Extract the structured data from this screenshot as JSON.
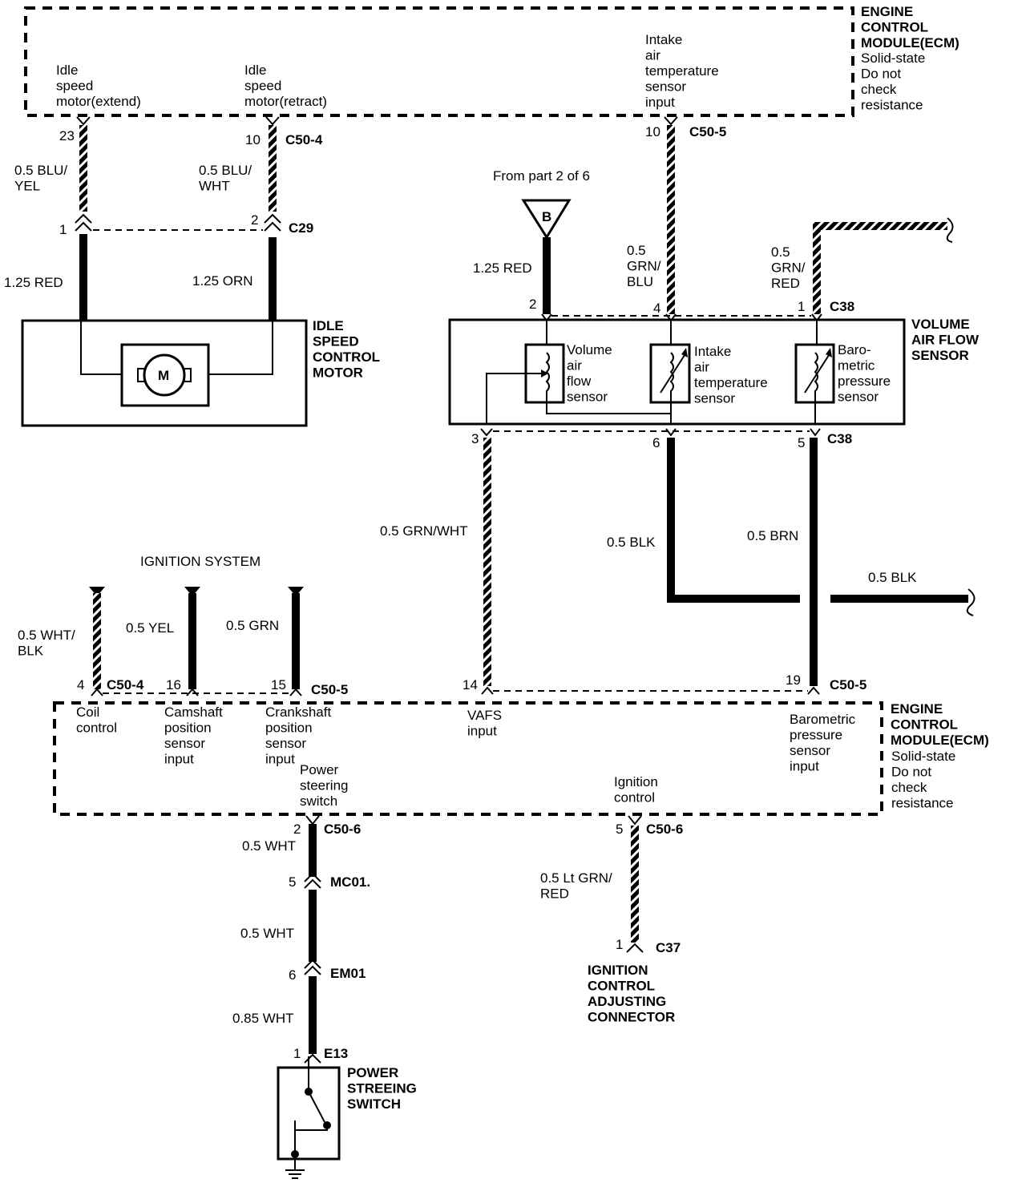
{
  "ecm_top": {
    "title": "ENGINE\nCONTROL\nMODULE(ECM)",
    "note": "Solid-state\nDo not\ncheck\nresistance",
    "pin_idle_extend": "Idle\nspeed\nmotor(extend)",
    "pin_idle_retract": "Idle\nspeed\nmotor(retract)",
    "pin_iat": "Intake\nair\ntemperature\nsensor\ninput"
  },
  "idle_motor": {
    "title": "IDLE\nSPEED\nCONTROL\nMOTOR",
    "motor_symbol": "M",
    "pin_23": "23",
    "pin_10": "10",
    "conn_c50_4": "C50-4",
    "wire_extend": "0.5 BLU/\nYEL",
    "wire_retract": "0.5 BLU/\nWHT",
    "pin_1": "1",
    "pin_2": "2",
    "conn_c29": "C29",
    "wire_red": "1.25 RED",
    "wire_orn": "1.25 ORN"
  },
  "vafs": {
    "title": "VOLUME\nAIR FLOW\nSENSOR",
    "from_text": "From  part 2 of 6",
    "ref_b": "B",
    "wire_red": "1.25 RED",
    "pin_10": "10",
    "conn_c50_5": "C50-5",
    "wire_grn_blu": "0.5\nGRN/\nBLU",
    "wire_grn_red": "0.5\nGRN/\nRED",
    "pin_2": "2",
    "pin_4": "4",
    "pin_1": "1",
    "conn_c38": "C38",
    "sub_vafs": "Volume\nair\nflow\nsensor",
    "sub_iat": "Intake\nair\ntemperature\nsensor",
    "sub_baro": "Baro-\nmetric\npressure\nsensor",
    "pin_3": "3",
    "pin_6": "6",
    "pin_5": "5",
    "conn_c38_b": "C38",
    "wire_grn_wht": "0.5 GRN/WHT",
    "wire_blk": "0.5 BLK",
    "wire_brn": "0.5 BRN",
    "wire_blk_2": "0.5 BLK"
  },
  "ignition": {
    "title": "IGNITION SYSTEM",
    "wire_wht_blk": "0.5 WHT/\nBLK",
    "wire_yel": "0.5 YEL",
    "wire_grn": "0.5 GRN"
  },
  "ecm_bottom": {
    "title": "ENGINE\nCONTROL\nMODULE(ECM)",
    "note": "Solid-state\nDo not\ncheck\nresistance",
    "pin_4": "4",
    "conn_c50_4": "C50-4",
    "pin_16": "16",
    "pin_15": "15",
    "conn_c50_5": "C50-5",
    "pin_14": "14",
    "pin_19": "19",
    "conn_c50_5_b": "C50-5",
    "lbl_coil": "Coil\ncontrol",
    "lbl_cam": "Camshaft\nposition\nsensor\ninput",
    "lbl_crank": "Crankshaft\nposition\nsensor\ninput",
    "lbl_vafs": "VAFS\ninput",
    "lbl_baro": "Barometric\npressure\nsensor\ninput",
    "lbl_ps": "Power\nsteering\nswitch",
    "lbl_ign": "Ignition\ncontrol"
  },
  "ps_circuit": {
    "pin_2": "2",
    "conn_c50_6": "C50-6",
    "wire_wht_1": "0.5 WHT",
    "pin_5": "5",
    "conn_mc01": "MC01.",
    "wire_wht_2": "0.5 WHT",
    "pin_6": "6",
    "conn_em01": "EM01",
    "wire_wht_3": "0.85 WHT",
    "pin_1": "1",
    "conn_e13": "E13",
    "title": "POWER\nSTREEING\nSWITCH"
  },
  "ign_circuit": {
    "pin_5": "5",
    "conn_c50_6": "C50-6",
    "wire": "0.5 Lt GRN/\nRED",
    "pin_1": "1",
    "conn_c37": "C37",
    "title": "IGNITION\nCONTROL\nADJUSTING\nCONNECTOR"
  }
}
